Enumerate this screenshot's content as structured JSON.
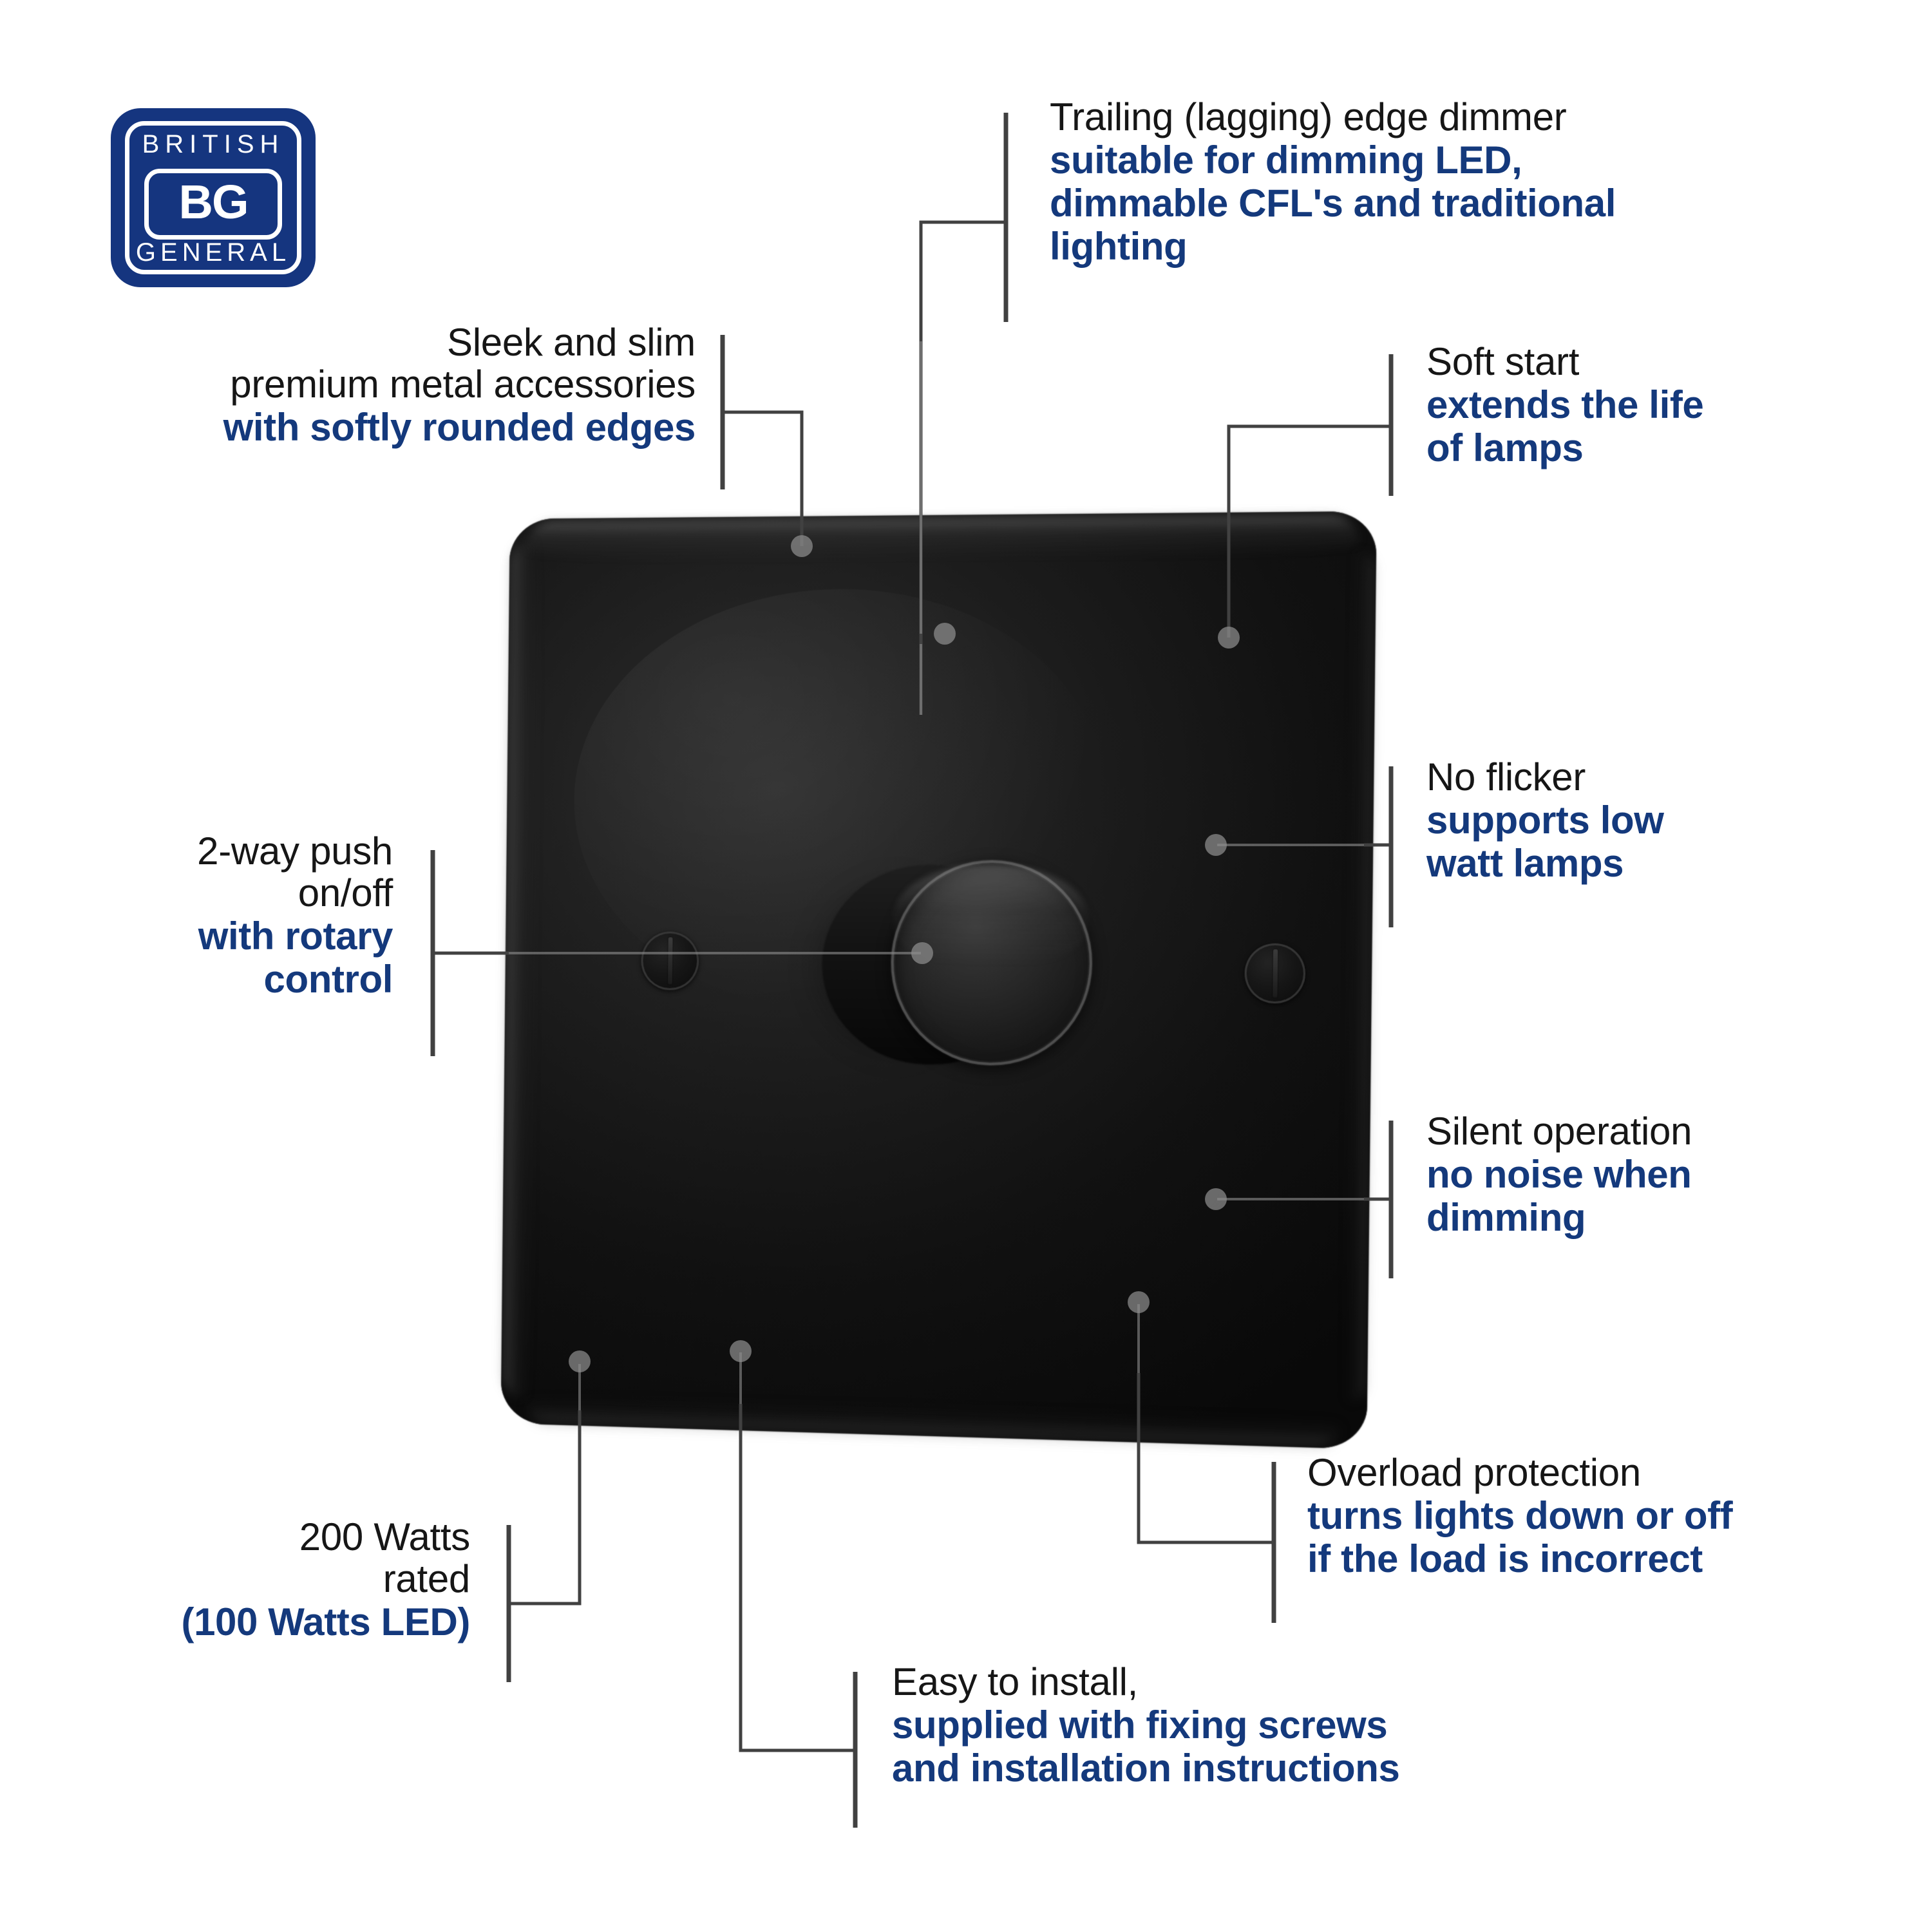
{
  "brand": {
    "logo": {
      "top_text": "BRITISH",
      "monogram": "BG",
      "bottom_text": "GENERAL",
      "brand_blue": "#15357f"
    }
  },
  "theme": {
    "accent_navy": "#14397c",
    "body_black": "#161616",
    "leader_line": "#414141",
    "background": "#ffffff",
    "plate_black": "#141414"
  },
  "product": {
    "name": "Matt black rotary dimmer switch",
    "plate_finish": "matt-black-metal",
    "controls": {
      "knob": "rotary-dimmer-knob",
      "screw_left": "fixing-screw-left",
      "screw_right": "fixing-screw-right"
    }
  },
  "callouts": [
    {
      "id": "trailing-edge-dimmer",
      "plain": "Trailing (lagging) edge dimmer",
      "bold": "suitable for dimming LED, dimmable CFL's and traditional lighting",
      "bold_lines": [
        "suitable for dimming LED,",
        "dimmable CFL's and traditional",
        "lighting"
      ],
      "align": "left"
    },
    {
      "id": "sleek-and-slim",
      "plain_lines": [
        "Sleek and slim",
        "premium metal accessories"
      ],
      "bold": "with softly rounded edges",
      "align": "right"
    },
    {
      "id": "soft-start",
      "plain": "Soft start",
      "bold_lines": [
        "extends the life",
        "of lamps"
      ],
      "align": "left"
    },
    {
      "id": "two-way-push",
      "plain_lines": [
        "2-way push",
        "on/off"
      ],
      "bold_lines": [
        "with rotary",
        "control"
      ],
      "align": "right"
    },
    {
      "id": "no-flicker",
      "plain": "No flicker",
      "bold_lines": [
        "supports low",
        "watt lamps"
      ],
      "align": "left"
    },
    {
      "id": "silent-operation",
      "plain": "Silent operation",
      "bold_lines": [
        "no noise when",
        "dimming"
      ],
      "align": "left"
    },
    {
      "id": "overload-protection",
      "plain": "Overload protection",
      "bold_lines": [
        "turns lights down or off",
        "if the load is incorrect"
      ],
      "align": "left"
    },
    {
      "id": "watts-rated",
      "plain_lines": [
        "200 Watts",
        "rated"
      ],
      "bold": "(100 Watts LED)",
      "align": "right"
    },
    {
      "id": "easy-to-install",
      "plain": "Easy to install,",
      "bold_lines": [
        "supplied with fixing screws",
        "and installation instructions"
      ],
      "align": "left"
    }
  ],
  "text": {
    "trailing": {
      "plain": "Trailing (lagging) edge dimmer",
      "b1": "suitable for dimming LED,",
      "b2": "dimmable CFL's and traditional",
      "b3": "lighting"
    },
    "sleek": {
      "p1": "Sleek and slim",
      "p2": "premium metal accessories",
      "b1": "with softly rounded edges"
    },
    "softstart": {
      "p1": "Soft start",
      "b1": "extends the life",
      "b2": "of lamps"
    },
    "twoway": {
      "p1": "2-way push",
      "p2": "on/off",
      "b1": "with rotary",
      "b2": "control"
    },
    "noflicker": {
      "p1": "No flicker",
      "b1": "supports low",
      "b2": "watt lamps"
    },
    "silent": {
      "p1": "Silent operation",
      "b1": "no noise when",
      "b2": "dimming"
    },
    "overload": {
      "p1": "Overload protection",
      "b1": "turns lights down or off",
      "b2": "if the load is incorrect"
    },
    "watts": {
      "p1": "200 Watts",
      "p2": "rated",
      "b1": "(100 Watts LED)"
    },
    "easy": {
      "p1": "Easy to install,",
      "b1": "supplied with fixing screws",
      "b2": "and installation instructions"
    }
  }
}
